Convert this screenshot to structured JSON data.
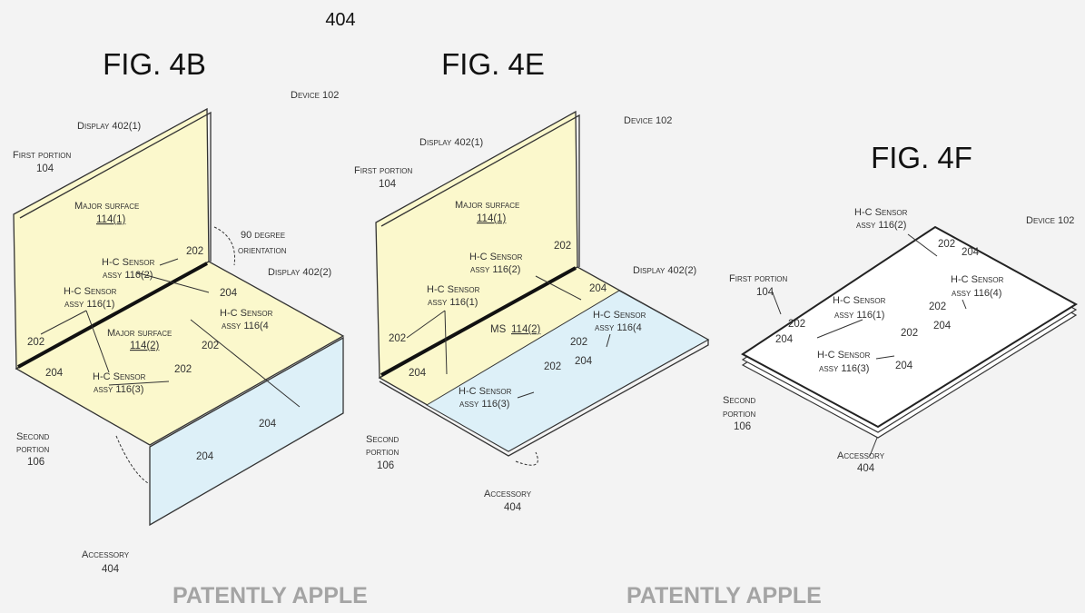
{
  "top_ref": "404",
  "watermark": "PATENTLY APPLE",
  "colors": {
    "panel_yellow": "#fbf8cc",
    "panel_blue": "#ddf0f8",
    "background": "#f3f3f3",
    "slab": "#ffffff"
  },
  "fig4b": {
    "title": "FIG. 4B",
    "labels": [
      "Device 102",
      "Display 402(1)",
      "First portion",
      "104",
      "Major surface",
      "114(1)",
      "90 degree",
      "orientation",
      "202",
      "H-C Sensor",
      "assy 116(2)",
      "Display 402(2)",
      "H-C Sensor",
      "assy 116(1)",
      "204",
      "H-C Sensor",
      "assy 116(4",
      "202",
      "Major surface",
      "114(2)",
      "202",
      "204",
      "202",
      "H-C Sensor",
      "assy 116(3)",
      "204",
      "204",
      "Second",
      "portion",
      "106",
      "Accessory",
      "404"
    ]
  },
  "fig4e": {
    "title": "FIG. 4E",
    "labels": [
      "Device 102",
      "Display 402(1)",
      "First portion",
      "104",
      "Major surface",
      "114(1)",
      "202",
      "H-C Sensor",
      "assy 116(2)",
      "Display 402(2)",
      "H-C Sensor",
      "assy 116(1)",
      "204",
      "MS",
      "114(2)",
      "H-C Sensor",
      "assy 116(4",
      "202",
      "202",
      "204",
      "204",
      "202",
      "H-C Sensor",
      "assy 116(3)",
      "Second",
      "portion",
      "106",
      "Accessory",
      "404"
    ]
  },
  "fig4f": {
    "title": "FIG. 4F",
    "labels": [
      "Device 102",
      "H-C Sensor",
      "assy 116(2)",
      "202",
      "204",
      "First portion",
      "104",
      "H-C Sensor",
      "assy 116(4)",
      "H-C Sensor",
      "assy 116(1)",
      "202",
      "202",
      "204",
      "204",
      "202",
      "H-C Sensor",
      "assy 116(3)",
      "204",
      "Second",
      "portion",
      "106",
      "Accessory",
      "404"
    ]
  }
}
